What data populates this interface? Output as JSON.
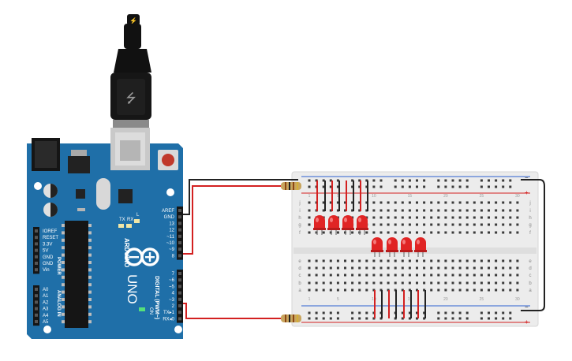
{
  "colors": {
    "board": "#1f6fa8",
    "board_dark": "#175a8a",
    "breadboard": "#ececec",
    "hole": "#3a3a3a",
    "wire_red": "#d32020",
    "wire_black": "#222222",
    "led_red": "#e02424",
    "rail_red": "#d32020",
    "rail_blue": "#2b5fd0"
  },
  "arduino": {
    "brand": "ARDUINO",
    "model": "UNO",
    "power_label": "POWER",
    "analog_label": "ANALOG IN",
    "digital_label": "DIGITAL (PWM~)",
    "on_label": "ON",
    "led_labels": [
      "L",
      "TX",
      "RX"
    ],
    "power_pins": [
      "IOREF",
      "RESET",
      "3.3V",
      "5V",
      "GND",
      "GND",
      "Vin"
    ],
    "analog_pins": [
      "A0",
      "A1",
      "A2",
      "A3",
      "A4",
      "A5"
    ],
    "digital_header_top": [
      "AREF",
      "GND",
      "13",
      "12",
      "~11",
      "~10",
      "~9",
      "8"
    ],
    "digital_header_bottom": [
      "7",
      "~6",
      "~5",
      "4",
      "~3",
      "2",
      "TX▸1",
      "RX◂0"
    ]
  },
  "breadboard": {
    "columns": 30,
    "row_letters_top": [
      "j",
      "i",
      "h",
      "g",
      "f"
    ],
    "row_letters_bottom": [
      "e",
      "d",
      "c",
      "b",
      "a"
    ],
    "rail_plus": "+",
    "rail_minus": "−"
  },
  "components": {
    "leds_top_count": 4,
    "leds_mid_count": 4,
    "resistors": 2,
    "usb_cable": "usb-cable-icon"
  }
}
